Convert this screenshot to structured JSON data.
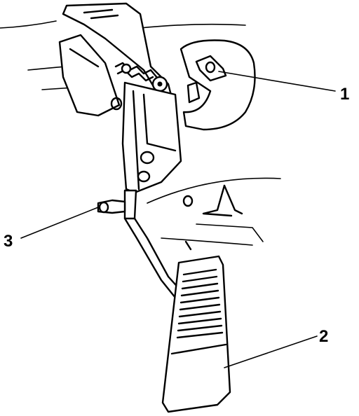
{
  "callouts": {
    "pedal_pivot_bracket": "1",
    "pedal_pad": "2",
    "cable_retainer": "3"
  },
  "colors": {
    "ink": "#000000",
    "paper": "#ffffff"
  }
}
